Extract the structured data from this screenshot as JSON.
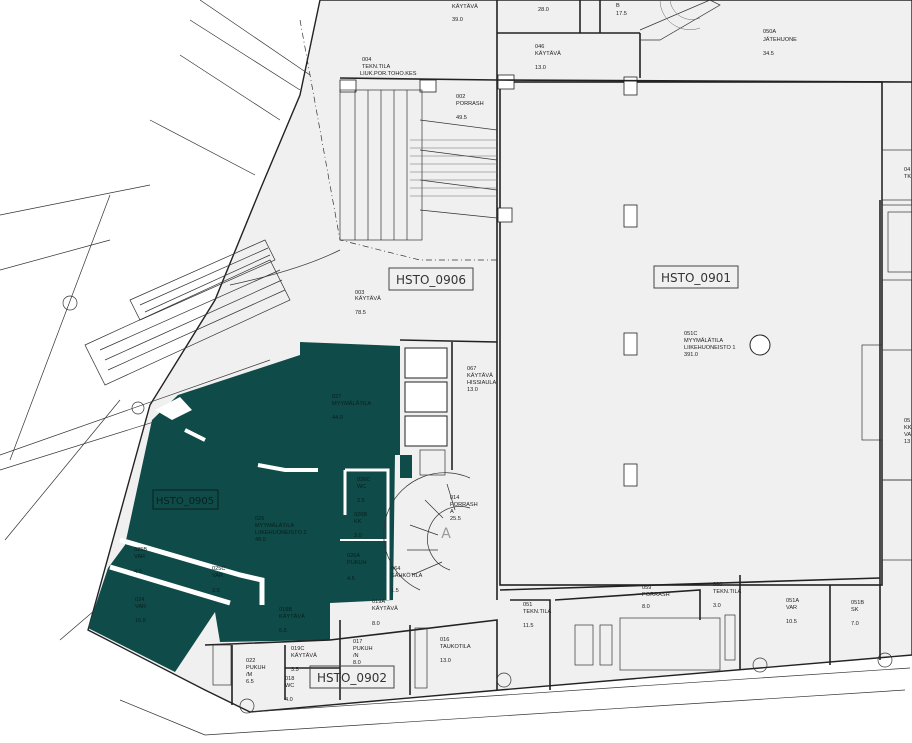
{
  "plan": {
    "zones": {
      "hsto_0906": "HSTO_0906",
      "hsto_0901": "HSTO_0901",
      "hsto_0905": "HSTO_0905",
      "hsto_0902": "HSTO_0902"
    },
    "highlight_color": "#0f4b48",
    "rooms": {
      "top_corridor": {
        "name": "KÄYTÄVÄ",
        "area": "39.0"
      },
      "top_room": {
        "area": "28.0"
      },
      "stair_b": {
        "name": "B",
        "area": "17.5"
      },
      "r050a": {
        "number": "050A",
        "name": "JÄTEHUONE",
        "area": "34.5"
      },
      "r046": {
        "number": "046",
        "name": "KÄYTÄVÄ",
        "area": "13.0"
      },
      "r004": {
        "number": "004",
        "name": "TEKN.TILA",
        "name2": "LIUK.POR.TOHO.KES"
      },
      "r002": {
        "number": "002",
        "name": "PORRASH",
        "area": "49.5"
      },
      "r003": {
        "number": "003",
        "name": "KÄYTÄVÄ",
        "area": "78.5"
      },
      "r027": {
        "number": "027",
        "name": "MYYMÄLÄTILA",
        "area": "44.0"
      },
      "r026": {
        "number": "026",
        "name": "MYYMÄLÄTILA",
        "name2": "LIIKEHUONEISTO 2",
        "area": "48.0"
      },
      "r026c": {
        "number": "026C",
        "name": "WC",
        "area": "2.5"
      },
      "r026b": {
        "number": "026B",
        "name": "KK",
        "area": "3.0"
      },
      "r026a": {
        "number": "026A",
        "name": "PUKUH",
        "area": "4.5"
      },
      "r025b": {
        "number": "025B",
        "name": "VAR",
        "area": "4.0"
      },
      "r025c": {
        "number": "025C",
        "name": "VAR",
        "area": "3.5"
      },
      "r024": {
        "number": "024",
        "name": "VAR",
        "area": "16.5"
      },
      "r019b": {
        "number": "019B",
        "name": "KÄYTÄVÄ",
        "area": "6.5"
      },
      "r019a": {
        "number": "019A",
        "name": "KÄYTÄVÄ",
        "area": "8.0"
      },
      "r064": {
        "number": "064",
        "name": "SÄHKÖTILA",
        "area": "1.5"
      },
      "r014": {
        "number": "014",
        "name": "PORRASH",
        "name2": "A",
        "area": "25.5",
        "stair_letter": "A"
      },
      "r067": {
        "number": "067",
        "name": "KÄYTÄVÄ",
        "name2": "HISSIAULA",
        "area": "13.0"
      },
      "r051c": {
        "number": "051C",
        "name": "MYYMÄLÄTILA",
        "name2": "LIIKEHUONEISTO 1",
        "area": "391.0"
      },
      "r051": {
        "number": "051",
        "name": "TEKN.TILA",
        "area": "11.5"
      },
      "r059": {
        "number": "059",
        "name": "PORRASH",
        "area": "8.0"
      },
      "r060": {
        "number": "060",
        "name": "TEKN.TILA",
        "area": "3.0"
      },
      "r051a": {
        "number": "051A",
        "name": "VAR",
        "area": "10.5"
      },
      "r051b": {
        "number": "051B",
        "name": "SK",
        "area": "7.0"
      },
      "r016": {
        "number": "016",
        "name": "TAUKOTILA",
        "area": "13.0"
      },
      "r017": {
        "number": "017",
        "name": "PUKUH",
        "name2": "/N",
        "area": "8.0"
      },
      "r019c": {
        "number": "019C",
        "name": "KÄYTÄVÄ",
        "area": "3.5"
      },
      "r018": {
        "number": "018",
        "name": "WC",
        "area": "4.0"
      },
      "r022": {
        "number": "022",
        "name": "PUKUH",
        "name2": "/M",
        "area": "6.5"
      },
      "edge_tk": {
        "number": "04",
        "name": "TK"
      },
      "edge_kk": {
        "number": "05",
        "name": "KK",
        "name2": "VA",
        "area": "13"
      }
    }
  }
}
